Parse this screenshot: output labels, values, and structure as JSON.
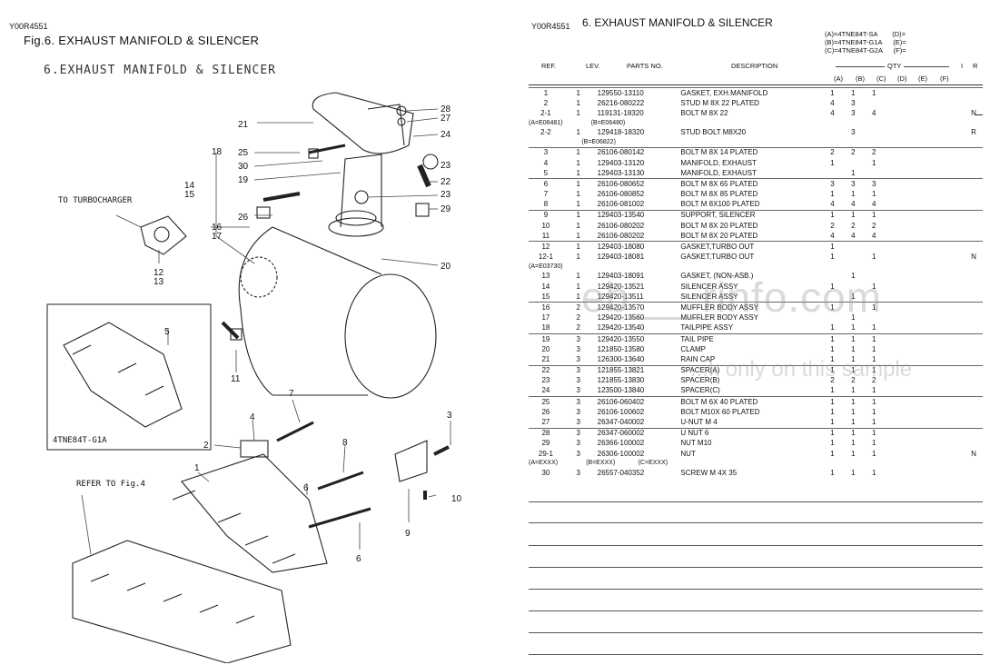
{
  "left": {
    "code": "Y00R4551",
    "fig_title": "Fig.6.  EXHAUST MANIFOLD & SILENCER",
    "diagram_title": "6.EXHAUST MANIFOLD & SILENCER",
    "labels": {
      "turbo": "TO TURBOCHARGER",
      "model_box": "4TNE84T-G1A",
      "refer": "REFER TO Fig.4"
    },
    "callouts": [
      "21",
      "25",
      "30",
      "19",
      "18",
      "14",
      "15",
      "26",
      "16",
      "17",
      "28",
      "27",
      "24",
      "23",
      "22",
      "23",
      "29",
      "20",
      "12",
      "13",
      "5",
      "11",
      "7",
      "4",
      "2",
      "8",
      "6",
      "1",
      "6",
      "3",
      "10",
      "9"
    ]
  },
  "right": {
    "code": "Y00R4551",
    "title": "6.  EXHAUST MANIFOLD & SILENCER",
    "models": [
      {
        "key": "(A)=4TNE84T-SA",
        "alt": "(D)="
      },
      {
        "key": "(B)=4TNE84T-G1A",
        "alt": "(E)="
      },
      {
        "key": "(C)=4TNE84T-G2A",
        "alt": "(F)="
      }
    ],
    "headers": {
      "ref": "REF.",
      "lev": "LEV.",
      "pn": "PARTS NO.",
      "desc": "DESCRIPTION",
      "qty": "QTY",
      "i": "I",
      "r": "R",
      "cols": [
        "(A)",
        "(B)",
        "(C)",
        "(D)",
        "(E)",
        "(F)"
      ]
    },
    "watermark": "eb___rinfo.com",
    "watermark2": "...k only on this sample"
  },
  "rows": [
    {
      "ref": "1",
      "lev": "1",
      "pn": "129550-13110",
      "desc": "GASKET, EXH.MANIFOLD",
      "a": "1",
      "b": "1",
      "c": "1",
      "r": "",
      "grp": true
    },
    {
      "ref": "2",
      "lev": "1",
      "pn": "26216-080222",
      "desc": "STUD M 8X 22 PLATED",
      "a": "4",
      "b": "3",
      "c": "",
      "r": ""
    },
    {
      "ref": "2-1",
      "lev": "1",
      "pn": "119131-18320",
      "desc": "BOLT M 8X 22",
      "a": "4",
      "b": "3",
      "c": "4",
      "r": "N"
    },
    {
      "note": "(A=E06481)                (B=E06480)"
    },
    {
      "ref": "2-2",
      "lev": "1",
      "pn": "129418-18320",
      "desc": "STUD BOLT M8X20",
      "a": "",
      "b": "3",
      "c": "",
      "r": "R"
    },
    {
      "note": "                              (B=E06822)"
    },
    {
      "ref": "3",
      "lev": "1",
      "pn": "26106-080142",
      "desc": "BOLT M 8X 14 PLATED",
      "a": "2",
      "b": "2",
      "c": "2",
      "r": "",
      "grp": true
    },
    {
      "ref": "4",
      "lev": "1",
      "pn": "129403-13120",
      "desc": "MANIFOLD, EXHAUST",
      "a": "1",
      "b": "",
      "c": "1",
      "r": ""
    },
    {
      "ref": "5",
      "lev": "1",
      "pn": "129403-13130",
      "desc": "MANIFOLD, EXHAUST",
      "a": "",
      "b": "1",
      "c": "",
      "r": ""
    },
    {
      "ref": "6",
      "lev": "1",
      "pn": "26106-080652",
      "desc": "BOLT M 8X 65 PLATED",
      "a": "3",
      "b": "3",
      "c": "3",
      "r": "",
      "grp": true
    },
    {
      "ref": "7",
      "lev": "1",
      "pn": "26106-080852",
      "desc": "BOLT M 8X 85 PLATED",
      "a": "1",
      "b": "1",
      "c": "1",
      "r": ""
    },
    {
      "ref": "8",
      "lev": "1",
      "pn": "26106-081002",
      "desc": "BOLT M 8X100 PLATED",
      "a": "4",
      "b": "4",
      "c": "4",
      "r": ""
    },
    {
      "ref": "9",
      "lev": "1",
      "pn": "129403-13540",
      "desc": "SUPPORT, SILENCER",
      "a": "1",
      "b": "1",
      "c": "1",
      "r": "",
      "grp": true
    },
    {
      "ref": "10",
      "lev": "1",
      "pn": "26106-080202",
      "desc": "BOLT M 8X 20 PLATED",
      "a": "2",
      "b": "2",
      "c": "2",
      "r": ""
    },
    {
      "ref": "11",
      "lev": "1",
      "pn": "26106-080202",
      "desc": "BOLT M 8X 20 PLATED",
      "a": "4",
      "b": "4",
      "c": "4",
      "r": ""
    },
    {
      "ref": "12",
      "lev": "1",
      "pn": "129403-18080",
      "desc": "GASKET,TURBO OUT",
      "a": "1",
      "b": "",
      "c": "",
      "r": "",
      "grp": true
    },
    {
      "ref": "12-1",
      "lev": "1",
      "pn": "129403-18081",
      "desc": "GASKET,TURBO OUT",
      "a": "1",
      "b": "",
      "c": "1",
      "r": "N"
    },
    {
      "note": "(A=E03730)"
    },
    {
      "ref": "13",
      "lev": "1",
      "pn": "129403-18091",
      "desc": "GASKET, (NON-ASB.)",
      "a": "",
      "b": "1",
      "c": "",
      "r": ""
    },
    {
      "ref": "14",
      "lev": "1",
      "pn": "129420-13521",
      "desc": "SILENCER ASSY",
      "a": "1",
      "b": "",
      "c": "1",
      "r": ""
    },
    {
      "ref": "15",
      "lev": "1",
      "pn": "129420-13511",
      "desc": "SILENCER ASSY",
      "a": "",
      "b": "1",
      "c": "",
      "r": ""
    },
    {
      "ref": "16",
      "lev": "2",
      "pn": "129420-13570",
      "desc": "MUFFLER BODY ASSY",
      "a": "1",
      "b": "",
      "c": "1",
      "r": "",
      "grp": true
    },
    {
      "ref": "17",
      "lev": "2",
      "pn": "129420-13560",
      "desc": "MUFFLER BODY ASSY",
      "a": "",
      "b": "1",
      "c": "",
      "r": ""
    },
    {
      "ref": "18",
      "lev": "2",
      "pn": "129420-13540",
      "desc": "TAILPIPE ASSY",
      "a": "1",
      "b": "1",
      "c": "1",
      "r": ""
    },
    {
      "ref": "19",
      "lev": "3",
      "pn": "129420-13550",
      "desc": "TAIL PIPE",
      "a": "1",
      "b": "1",
      "c": "1",
      "r": "",
      "grp": true
    },
    {
      "ref": "20",
      "lev": "3",
      "pn": "121850-13580",
      "desc": "CLAMP",
      "a": "1",
      "b": "1",
      "c": "1",
      "r": ""
    },
    {
      "ref": "21",
      "lev": "3",
      "pn": "126300-13640",
      "desc": "RAIN CAP",
      "a": "1",
      "b": "1",
      "c": "1",
      "r": ""
    },
    {
      "ref": "22",
      "lev": "3",
      "pn": "121855-13821",
      "desc": "SPACER(A)",
      "a": "1",
      "b": "1",
      "c": "1",
      "r": "",
      "grp": true
    },
    {
      "ref": "23",
      "lev": "3",
      "pn": "121855-13830",
      "desc": "SPACER(B)",
      "a": "2",
      "b": "2",
      "c": "2",
      "r": ""
    },
    {
      "ref": "24",
      "lev": "3",
      "pn": "123500-13840",
      "desc": "SPACER(C)",
      "a": "1",
      "b": "1",
      "c": "1",
      "r": ""
    },
    {
      "ref": "25",
      "lev": "3",
      "pn": "26106-060402",
      "desc": "BOLT M 6X 40 PLATED",
      "a": "1",
      "b": "1",
      "c": "1",
      "r": "",
      "grp": true
    },
    {
      "ref": "26",
      "lev": "3",
      "pn": "26106-100602",
      "desc": "BOLT M10X 60 PLATED",
      "a": "1",
      "b": "1",
      "c": "1",
      "r": ""
    },
    {
      "ref": "27",
      "lev": "3",
      "pn": "26347-040002",
      "desc": "U-NUT M 4",
      "a": "1",
      "b": "1",
      "c": "1",
      "r": ""
    },
    {
      "ref": "28",
      "lev": "3",
      "pn": "26347-060002",
      "desc": "U NUT 6",
      "a": "1",
      "b": "1",
      "c": "1",
      "r": "",
      "grp": true
    },
    {
      "ref": "29",
      "lev": "3",
      "pn": "26366-100002",
      "desc": "NUT M10",
      "a": "1",
      "b": "1",
      "c": "1",
      "r": ""
    },
    {
      "ref": "29-1",
      "lev": "3",
      "pn": "26306-100002",
      "desc": "NUT",
      "a": "1",
      "b": "1",
      "c": "1",
      "r": "N"
    },
    {
      "note": "(A=EXXX)                (B=EXXX)             (C=EXXX)"
    },
    {
      "ref": "30",
      "lev": "3",
      "pn": "26557-040352",
      "desc": "SCREW M 4X 35",
      "a": "1",
      "b": "1",
      "c": "1",
      "r": ""
    }
  ]
}
